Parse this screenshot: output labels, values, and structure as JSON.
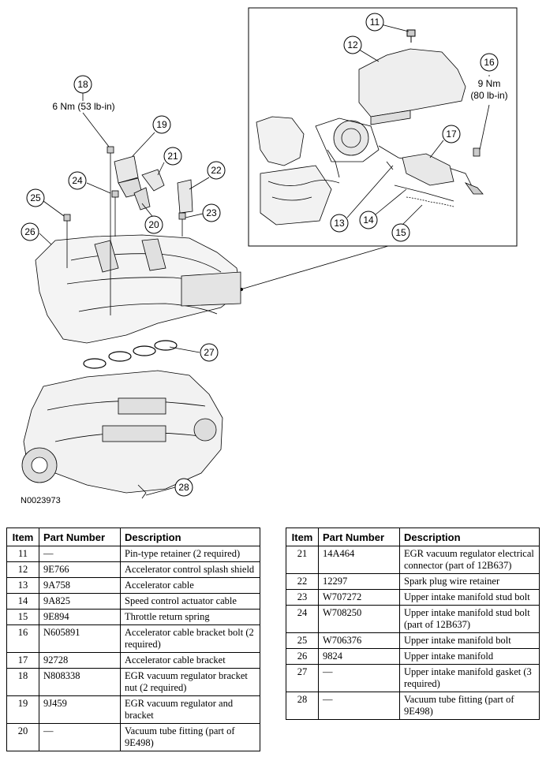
{
  "figure_id": "N0023973",
  "callouts": {
    "c11": "11",
    "c12": "12",
    "c13": "13",
    "c14": "14",
    "c15": "15",
    "c16": "16",
    "c17": "17",
    "c18": "18",
    "c19": "19",
    "c20": "20",
    "c21": "21",
    "c22": "22",
    "c23": "23",
    "c24": "24",
    "c25": "25",
    "c26": "26",
    "c27": "27",
    "c28": "28"
  },
  "torque": {
    "t18": "6 Nm (53 lb-in)",
    "t16_line1": "9 Nm",
    "t16_line2": "(80 lb-in)"
  },
  "table_headers": {
    "item": "Item",
    "part_number": "Part Number",
    "description": "Description"
  },
  "table_left": [
    {
      "item": "11",
      "part": "—",
      "desc": "Pin-type retainer (2 required)"
    },
    {
      "item": "12",
      "part": "9E766",
      "desc": "Accelerator control splash shield"
    },
    {
      "item": "13",
      "part": "9A758",
      "desc": "Accelerator cable"
    },
    {
      "item": "14",
      "part": "9A825",
      "desc": "Speed control actuator cable"
    },
    {
      "item": "15",
      "part": "9E894",
      "desc": "Throttle return spring"
    },
    {
      "item": "16",
      "part": "N605891",
      "desc": "Accelerator cable bracket bolt (2 required)"
    },
    {
      "item": "17",
      "part": "92728",
      "desc": "Accelerator cable bracket"
    },
    {
      "item": "18",
      "part": "N808338",
      "desc": "EGR vacuum regulator bracket nut (2 required)"
    },
    {
      "item": "19",
      "part": "9J459",
      "desc": "EGR vacuum regulator and bracket"
    },
    {
      "item": "20",
      "part": "—",
      "desc": "Vacuum tube fitting (part of 9E498)"
    }
  ],
  "table_right": [
    {
      "item": "21",
      "part": "14A464",
      "desc": "EGR vacuum regulator electrical connector (part of 12B637)"
    },
    {
      "item": "22",
      "part": "12297",
      "desc": "Spark plug wire retainer"
    },
    {
      "item": "23",
      "part": "W707272",
      "desc": "Upper intake manifold stud bolt"
    },
    {
      "item": "24",
      "part": "W708250",
      "desc": "Upper intake manifold stud bolt (part of 12B637)"
    },
    {
      "item": "25",
      "part": "W706376",
      "desc": "Upper intake manifold bolt"
    },
    {
      "item": "26",
      "part": "9824",
      "desc": "Upper intake manifold"
    },
    {
      "item": "27",
      "part": "—",
      "desc": "Upper intake manifold gasket (3 required)"
    },
    {
      "item": "28",
      "part": "—",
      "desc": "Vacuum tube fitting (part of 9E498)"
    }
  ]
}
